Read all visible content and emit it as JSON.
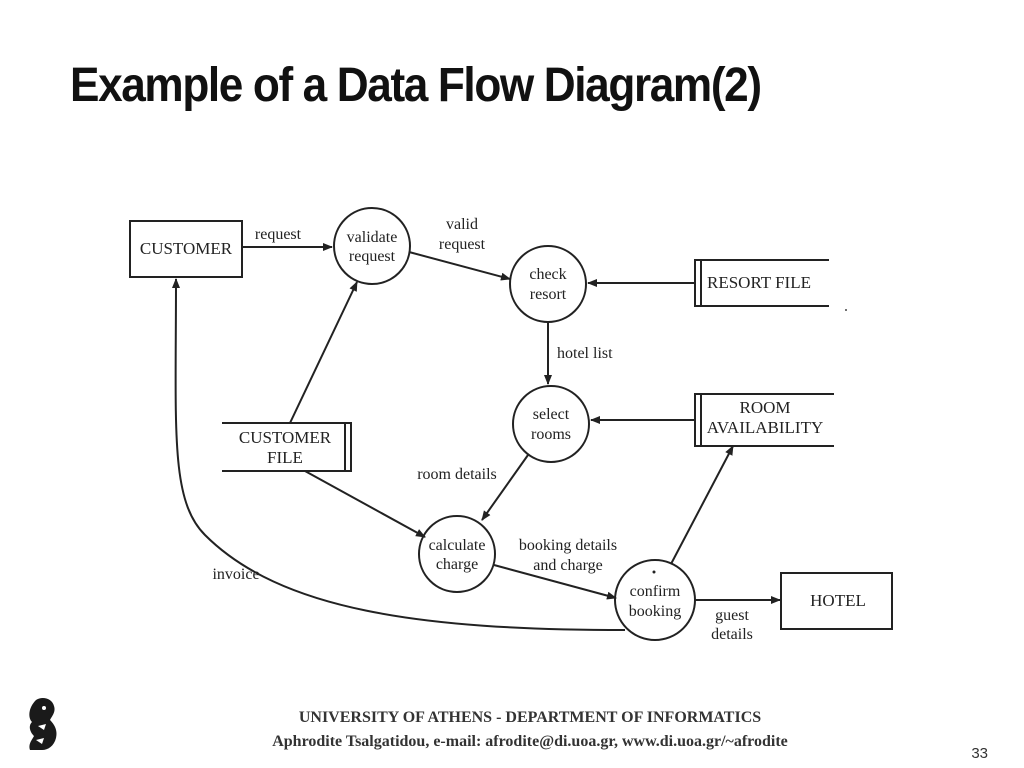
{
  "slide": {
    "title": "Example of a Data Flow Diagram(2)",
    "number": "33"
  },
  "footer": {
    "line1": "UNIVERSITY OF ATHENS - DEPARTMENT OF INFORMATICS",
    "line2": "Aphrodite Tsalgatidou, e-mail: afrodite@di.uoa.gr, www.di.uoa.gr/~afrodite"
  },
  "diagram": {
    "entities": {
      "customer": "CUSTOMER",
      "resort_file": "RESORT FILE",
      "room_availability": [
        "ROOM",
        "AVAILABILITY"
      ],
      "customer_file": [
        "CUSTOMER",
        "FILE"
      ],
      "hotel": "HOTEL"
    },
    "processes": {
      "validate_request": [
        "validate",
        "request"
      ],
      "check_resort": [
        "check",
        "resort"
      ],
      "select_rooms": [
        "select",
        "rooms"
      ],
      "calculate_charge": [
        "calculate",
        "charge"
      ],
      "confirm_booking": [
        "confirm",
        "booking"
      ]
    },
    "flows": {
      "request": "request",
      "valid_request": [
        "valid",
        "request"
      ],
      "hotel_list": "hotel list",
      "room_details": "room details",
      "booking_details": [
        "booking details",
        "and charge"
      ],
      "guest_details": [
        "guest",
        "details"
      ],
      "invoice": "invoice"
    }
  }
}
